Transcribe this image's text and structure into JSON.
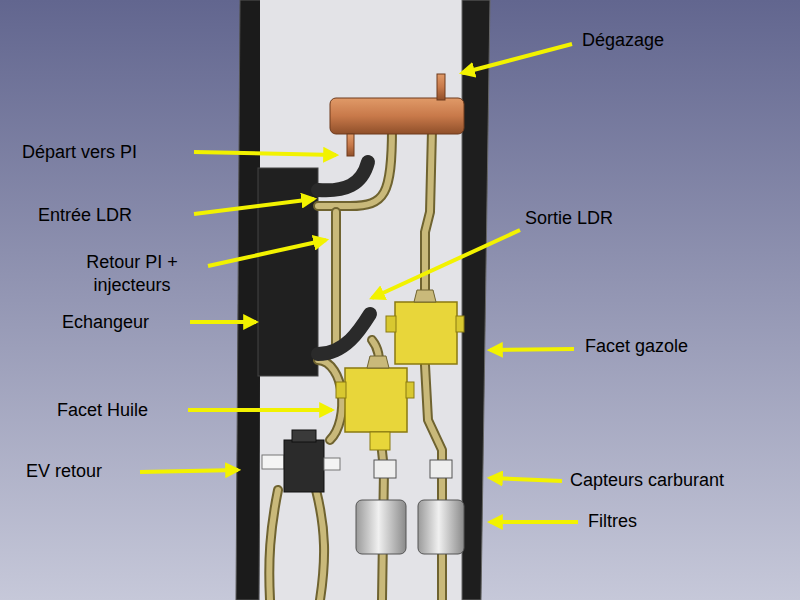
{
  "diagram": {
    "labels": [
      "Dégazage",
      "Départ vers PI",
      "Entrée LDR",
      "Sortie LDR",
      "Retour PI + injecteurs",
      "Echangeur",
      "Facet gazole",
      "Facet Huile",
      "EV retour",
      "Capteurs carburant",
      "Filtres"
    ]
  }
}
